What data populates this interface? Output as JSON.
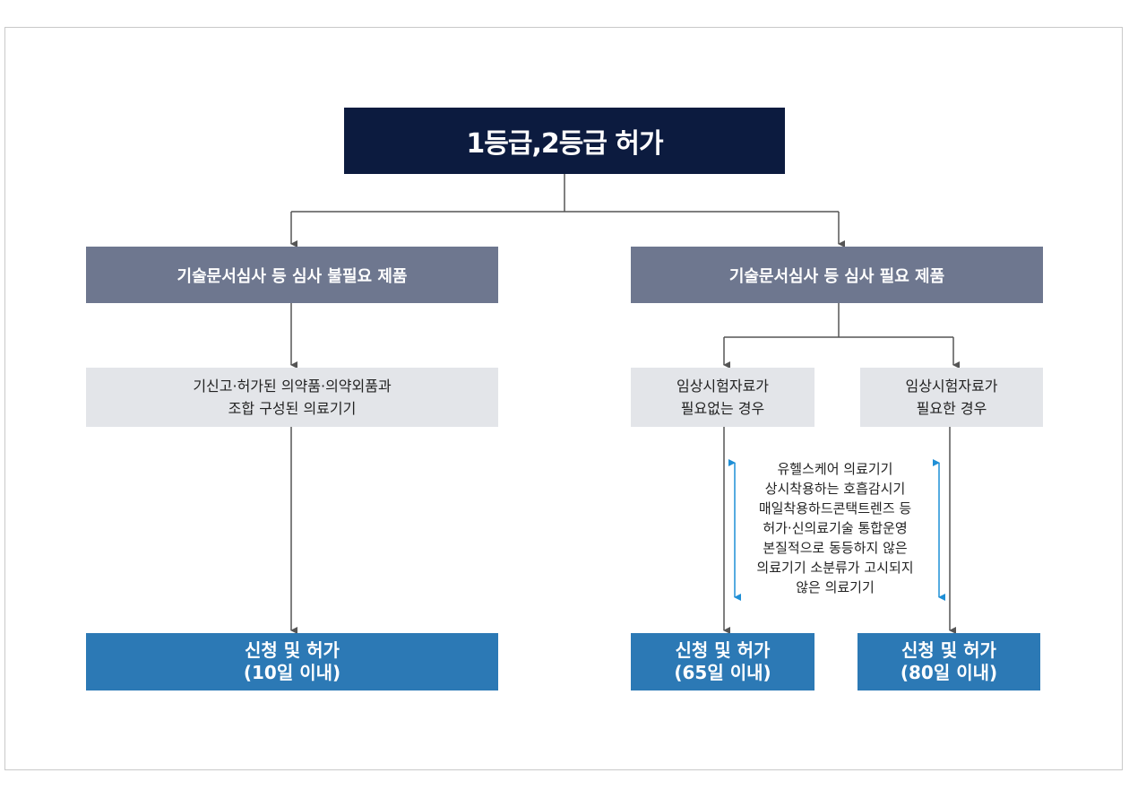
{
  "root": {
    "label": "1등급,2등급 허가"
  },
  "categories": {
    "left": "기술문서심사 등 심사 불필요 제품",
    "right": "기술문서심사 등 심사 필요 제품"
  },
  "conditions": {
    "left": "기신고·허가된 의약품·의약외품과\n조합 구성된 의료기기",
    "mid": "임상시험자료가\n필요없는 경우",
    "right": "임상시험자료가\n필요한 경우"
  },
  "results": {
    "left": "신청 및 허가\n(10일 이내)",
    "mid": "신청 및 허가\n(65일 이내)",
    "right": "신청 및 허가\n(80일 이내)"
  },
  "note": {
    "lines": [
      "유헬스케어 의료기기",
      "상시착용하는 호흡감시기",
      "매일착용하드콘택트렌즈 등",
      "허가·신의료기술 통합운영",
      "본질적으로 동등하지 않은",
      "의료기기 소분류가 고시되지",
      "않은 의료기기"
    ]
  },
  "colors": {
    "root": "#0c1b3f",
    "category": "#6e778f",
    "condition": "#e3e5e9",
    "result": "#2c79b5",
    "connector": "#555555",
    "range_arrow": "#1f8fd6"
  }
}
